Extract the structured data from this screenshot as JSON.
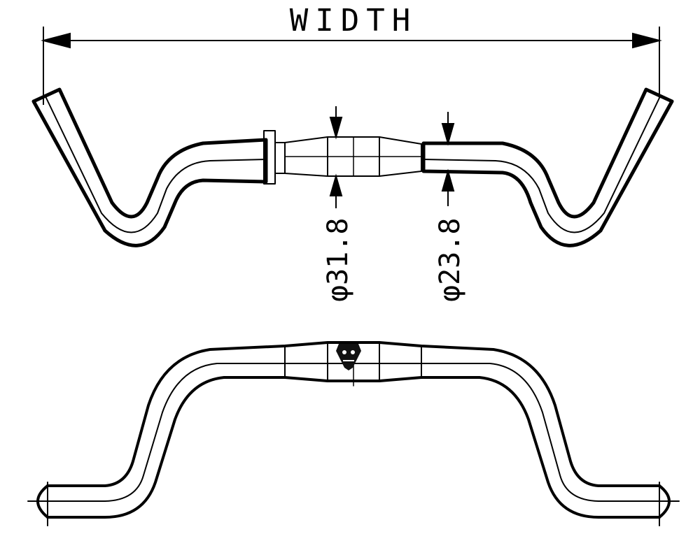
{
  "dimensions": {
    "width_label": "WIDTH",
    "clamp_diameter": "φ31.8",
    "grip_diameter": "φ23.8"
  },
  "colors": {
    "line": "#000000",
    "background": "#ffffff"
  },
  "views": [
    "top-view",
    "front-view"
  ]
}
